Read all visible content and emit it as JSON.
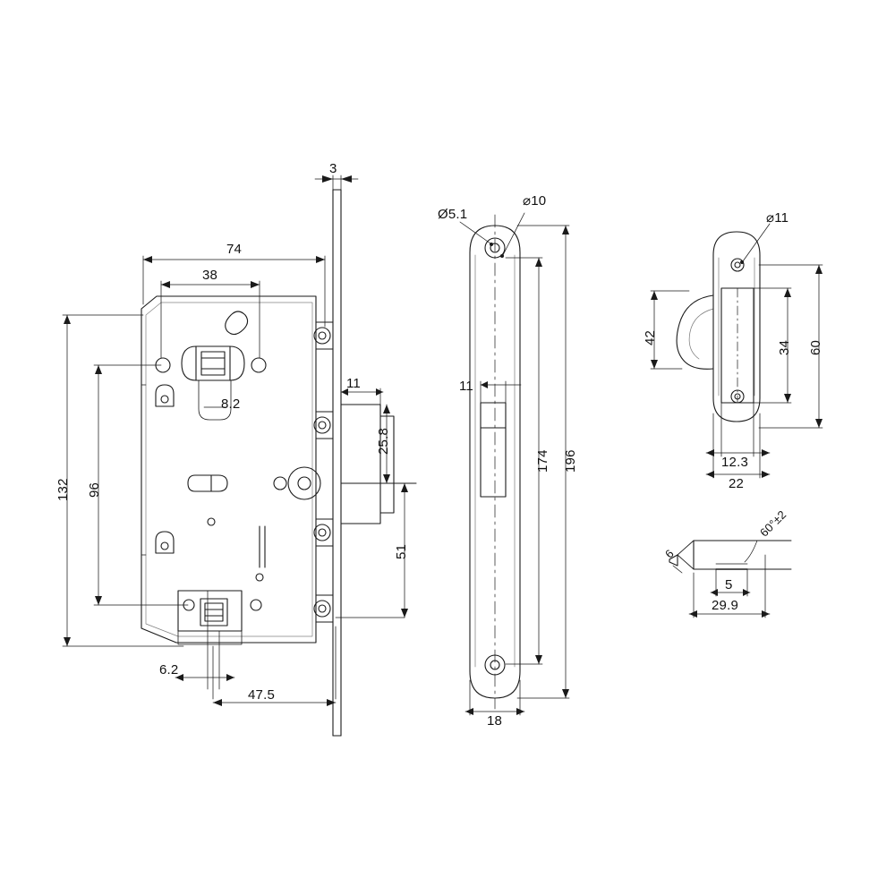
{
  "drawing": {
    "title": "Mortise lock technical drawing",
    "line_color": "#1a1a1a",
    "fill_color": "#ffffff",
    "background": "#ffffff",
    "views": [
      {
        "name": "front-view",
        "label": ""
      },
      {
        "name": "faceplate-view",
        "label": ""
      },
      {
        "name": "strike-plate-view",
        "label": ""
      },
      {
        "name": "bevel-detail-view",
        "label": ""
      }
    ]
  },
  "dimensions": {
    "front_view": [
      {
        "id": "d-3",
        "text": "3"
      },
      {
        "id": "d-74",
        "text": "74"
      },
      {
        "id": "d-38",
        "text": "38"
      },
      {
        "id": "d-132",
        "text": "132"
      },
      {
        "id": "d-96",
        "text": "96"
      },
      {
        "id": "d-8-2",
        "text": "8.2"
      },
      {
        "id": "d-11",
        "text": "11"
      },
      {
        "id": "d-25-8",
        "text": "25.8"
      },
      {
        "id": "d-51",
        "text": "51"
      },
      {
        "id": "d-6-2",
        "text": "6.2"
      },
      {
        "id": "d-47-5",
        "text": "47.5"
      }
    ],
    "faceplate_view": [
      {
        "id": "d-dia-5-1",
        "text": "Ø5.1"
      },
      {
        "id": "d-dia-10",
        "text": "⌀10"
      },
      {
        "id": "d-11b",
        "text": "11"
      },
      {
        "id": "d-174",
        "text": "174"
      },
      {
        "id": "d-196",
        "text": "196"
      },
      {
        "id": "d-18",
        "text": "18"
      }
    ],
    "strike_view": [
      {
        "id": "d-dia-11",
        "text": "⌀11"
      },
      {
        "id": "d-42",
        "text": "42"
      },
      {
        "id": "d-34",
        "text": "34"
      },
      {
        "id": "d-60",
        "text": "60"
      },
      {
        "id": "d-12-3",
        "text": "12.3"
      },
      {
        "id": "d-22",
        "text": "22"
      }
    ],
    "bevel_view": [
      {
        "id": "d-angle",
        "text": "60°±2"
      },
      {
        "id": "d-6",
        "text": "6"
      },
      {
        "id": "d-5",
        "text": "5"
      },
      {
        "id": "d-29-9",
        "text": "29.9"
      }
    ]
  }
}
